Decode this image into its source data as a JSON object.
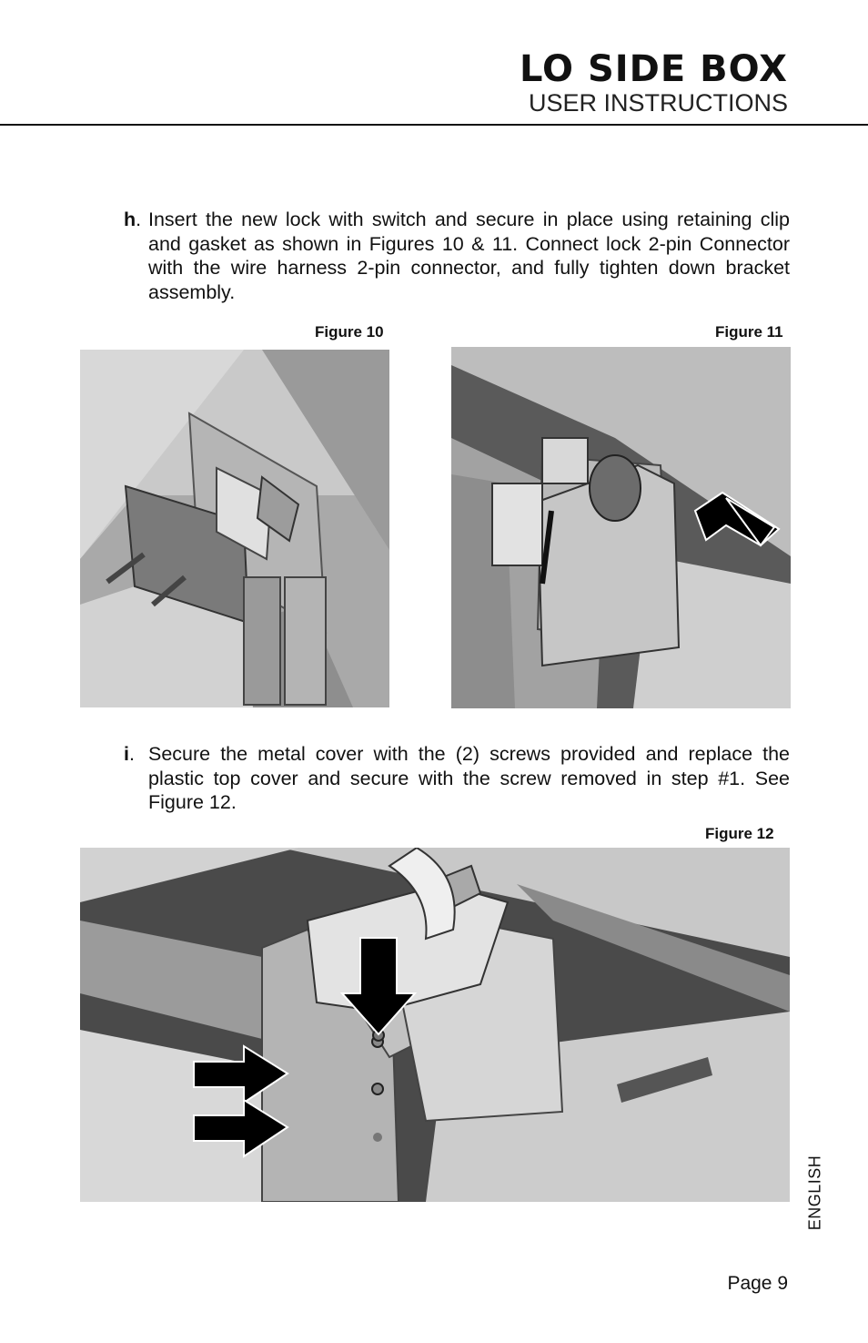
{
  "header": {
    "title": "LO SIDE BOX",
    "subtitle": "USER INSTRUCTIONS"
  },
  "steps": [
    {
      "letter": "h",
      "text": "Insert the new lock with switch and secure in place using retaining clip and gasket as shown in Figures 10 & 11. Connect lock 2-pin Connector with the wire harness 2-pin connector, and fully tighten down bracket assembly."
    },
    {
      "letter": "i",
      "text": "Secure the metal cover with the (2) screws provided and replace the plastic top cover and secure with the screw removed in step #1. See Figure 12."
    }
  ],
  "figures": [
    {
      "label": "Figure 10"
    },
    {
      "label": "Figure 11"
    },
    {
      "label": "Figure 12"
    }
  ],
  "side_tab": "ENGLISH",
  "footer": {
    "page": "Page 9"
  },
  "colors": {
    "text": "#111111",
    "rule": "#111111",
    "arrow": "#000000"
  }
}
